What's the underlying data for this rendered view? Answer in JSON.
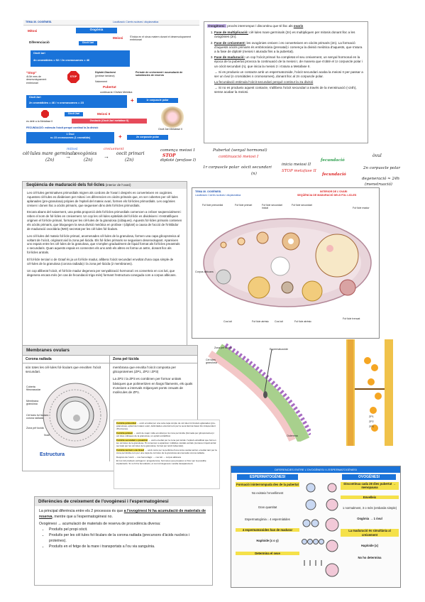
{
  "oogenesis_diagram": {
    "header": "TEMA 30. OOGÈNESI.",
    "header_right": "Localització: Còrrels nuclears i citoplasmàtica",
    "oogonia": "Oogònia",
    "mitosi": "Mitosi",
    "diferenciacio": "Diferenciació",
    "meiosi": "Meiosi",
    "meiosi_note": "S'inicia en el sinus matern durant el desenvolupament embrionari",
    "oocit1": "Oòcit 1ari",
    "oocit1_crom": "4n cromàtides = 92 / 2n cromosomes = 46",
    "stop": "\"Stop\"",
    "stop_note": "4t-5è mes de desenvolupament embrionari",
    "stop_sign": "STOP",
    "diplotè": "Diploté-Diacinesi",
    "profase": "(profase tardana)",
    "naixement": "Naixement",
    "pubertat": "Pubertat",
    "periode": "Període de creixement i acumulació de substàncies de reserva",
    "continua1": "continua la I Divisió Meiòtica",
    "oocit2": "Oòcit 2ari",
    "oocit2_crom": "2n cromàtides = 46 / n cromosomes = 23",
    "corpuscle1": "1r corpuscle polar",
    "oocit2b": "Oòcit 2ari",
    "meiosi2": "Meiosi II",
    "ovulacio_pre": "es deté a la Metafase II",
    "ovulacio": "Ovulació (Oòcit 2ari metafase II)",
    "ovulacio_side": "Oòcit 2ari Metafase II",
    "fecundacio": "FECUNDACIÓ: estimula l'oòcit perquè continuï la 2a divisió",
    "ovul": "1 Òvul",
    "ovul_crom": "n= 23 cromosomes (1 cromàtide)",
    "corpuscle2": "2n corpuscle polar"
  },
  "ovogenesi_box": {
    "title": "Ovogènesi:",
    "intro": " procés interromput / discontinu que té lloc als ",
    "intro_u": "ovaris",
    "items": [
      {
        "label": "Fase de multiplicació:",
        "text": " cèl·lules mare germinals (2n) es multipliquen per mitosis donant lloc a les ovogònies (2n)."
      },
      {
        "label": "Fase de creixement:",
        "text": " les ovogònies creixen i es converteixen en oòcits primaris (2n). La formació d'aquests oòcits primaris és embrionària (prenatal) i comença la divisió meiòtica d'aquests, que s'atura a la fase de diploté (meiosi I aturada fins a la pubertat)."
      },
      {
        "label": "Fase de maduració:",
        "text": " un cop l'oòcit primari ha completat el seu creixement, un senyal hormonal en la època de la pubertat provoca la continuació de la meiosi I, de manera que s'obté el 1r corpuscle polar i un oòcit secundari (n), que inicia la meiosi 2 i s'atura a Metafase II."
      }
    ],
    "arrow1": "→ Si es produeix un contacte amb un espermatozoide, l'oòcit secundari acaba la meiosi II per passar a ser un òvul (n cromàtides n cromosomes), donant lloc al 2n corpuscle polar.",
    "fecund": "La fecundació estimula l'oòcit secundari perquè continuï la 2a divisió",
    "arrow2": "→ Si no es produeix aquest contacte, s'allibera l'oòcit secundari a través de la menstruació (≈24h), sense acabar la meiosi."
  },
  "handwritten": {
    "a": "cèl·lules mare germinals",
    "a2": "(2n)",
    "mitosi": "mitosi",
    "b": "ovogònies",
    "b2": "(2n)",
    "creix": "creixement",
    "c": "oocit primari",
    "c2": "(2n)",
    "comenca": "comença meiosi I",
    "stop": "STOP",
    "diplote": "diploté (profase I)",
    "pubertat": "Pubertat (senyal hormonal)",
    "continuacio": "continuació meiosi I",
    "d": "1r corpuscle polar",
    "e": "oòcit secundari",
    "e2": "(n)",
    "inicia": "inicia meiosi II",
    "stopmet": "STOP metafase II",
    "fec": "fecundació",
    "nofec": "fecundació",
    "ovul": "òvul",
    "corp2": "2n corpuscle polar",
    "degen": "degeneració ≈ 24h",
    "menstru": "(menstruació)"
  },
  "seq_box": {
    "title": "Seqüència de maduració dels fol·licles",
    "title_sub": " (interior de l'ovari)",
    "p1": "Les cèl·lules germinatives primordials migren als cordons de l'ovari i després es converteixen en oogònies. Aquestes cèl·lules es divideixen per mitosi i es diferencien en oòcits primaris que, en ser cobertes per cèl·lules aplanades (pre-granulosa) pròpies de l'epiteli del mateix ovari, formen els fol·licles primordials. Les oogònies creixen i donen lloc a oòcits primaris, que segueixen dins dels fol·licles primordials.",
    "p2": "Encara abans del naixement, una petita proporció dels fol·licles primordials comencen a créixer seqüencialment i reben el nom de fol·licles en creixement. Un cop les cèl·lules epitelials del fol·licle es divideixen i s'estratifiquen originen el fol·licle primari, format per les cèl·lules de la granulosa (cúbiques). Aquests fol·licles primaris contenen els oòcits primaris, que bloquegen la seva divisió meiòtica en profase I (diploté) a causa de l'acció de l'inhibidor de maduració ovocitària (IMO) secretat per les cèl·lules fol·liculars.",
    "p3": "Les cèl·lules del mateix fol·licle primari, anomenades cèl·lules de la granulosa, formen una capa glicoproteica al voltant de l'oòcit, originant així la zona pel·lúcida. Els fol·licles primaris se segueixen desenvolupant. Apareixen uns espais entre les cèl·lules de la granulosa, que s'omplen gradualment de líquid format als fol·licles preantrals o secundaris. Quan aquests espais es connecten els uns amb els altres es forma un antre, donant lloc als fol·licles antrals.",
    "p4": "El fol·licle terciari o de Graaf és ja un fol·licle madur, allibera l'oòcit secundari envoltat d'una capa simple de cèl·lules de la granulosa (corona radiada) i la zona pel·lúcida (2 membranes).",
    "p5": "Un cop alliberat l'oòcit, el fol·licle madur degenera per senyalització hormonal i es converteix en cos luti, que degenera encara més (en cas de fecundació triga més) formant l'estructura coneguda com a corpus albicans."
  },
  "ovary_diagram": {
    "header": "TEMA 30. OOGÈNESI.",
    "header_sub": "Localització: Còrrels nuclears i citoplasmàtica",
    "title": "INTERIOR DE L'OVARI",
    "subtitle": "SEQÜÈNCIA DE MADURACIÓ DELS FOL·LICLES",
    "labels": [
      "Fol·licle primordial",
      "Fol·licle primari",
      "Fol·licle secundari inicial",
      "Fol·licle secundari",
      "Fol·licle madur",
      "Corpus albicans",
      "Cos luti",
      "Fol·licle atrèsic",
      "Cos luti",
      "Fol·licle atrèsic",
      "Fol·licle trencat"
    ]
  },
  "membranes": {
    "title": "Membranes ovulars",
    "col1_head": "Corona radiada",
    "col2_head": "Zona pel·lúcida",
    "col1_text": "són totes les cèl·lules fol·liculars que envolten l'oòcit secundari.",
    "col2_text": "membrana que envolta l'oòcit composta per glicoproteïnes (ZP1, ZP2 i ZP3)",
    "col2_text2": "La ZP2 i la ZP3 es combinen per formar unitats bàsiques que polimeritzen en llargs filaments, els quals s'uneixen a intervals mitjançant ponts creuats de molècules de ZP1.",
    "diag_labels": [
      "Coberta fibrovascular",
      "Membrana granulosa",
      "Cèl·lules fol·liculars corona radiada",
      "Zona pel·lúcida",
      "Nucli"
    ],
    "estructura": "Estructura"
  },
  "zp_labels": {
    "z1": "ZP1",
    "z2": "ZP2",
    "z3": "ZP3",
    "esp": "Espermatozoide",
    "zp": "Zona pel·lúcida",
    "gran": "Cèl·lules granulosa",
    "oolema": "Oolemma"
  },
  "follicle_notes": [
    {
      "k": "Fol·licle primordial",
      "t": "→ oòcit envoltat per una sola capa simple de cèl·lules fol·liculars aplanades (pre-granulosa), epiteli del mateix ovari, delimitades exteriorment per la seva làmina basal. És independent d'hormones."
    },
    {
      "k": "Fol·licle primari",
      "t": "→ oòcit de major mida envoltat per la zona pel·lúcida (formada per glicoproteïnes) i cèl·lules cúbiques de la granulosa, un epiteli estratificat."
    },
    {
      "k": "Fol·licle secundari o preantral",
      "t": "→ oòcit envoltat per la zona pel·lúcida i l'epiteli estratificat que formen les cèl·lules de la granulosa. Hi comencen a aparèixer múltiples cavitats antrals (contenen líquid antral secretat per les cèl·lules de la granulosa, format per teixit trabecular)."
    },
    {
      "k": "Fol·licle terciari o de Graaf",
      "t": "→ oòcit conté per la perifèria d'una única cavitat antral, envoltat tant per la zona pel·lúcida com per una capa de cèl·lules de la granulosa anomenada corona radiada."
    }
  ],
  "follicle_notes_end": [
    "Després de l'oòcit → cos hemorràgic → cos luti → corpus albicans",
    "El cos luti produeix estrògens i progesterona, hormones que preparen a l'úter per la possible implantació. Si no hi ha fecundació, el cos luti degenera i acaba desapareixent."
  ],
  "diferencies": {
    "title": "Diferències de creixement de l'ovogènesi i l'espermatogènesi",
    "p1a": "La principal diferència entre els 2 processos és que ",
    "p1b": "a l'ovogènesi hi ha acumulació de materials de reserva",
    "p1c": ", mentre que a l'espermatogènesi no.",
    "p2": "Ovogènesi → acumulació de materials de reserva de procedència diversa:",
    "bullets": [
      "Produïts pel propi oòcit.",
      "Produïts per les cèl·lules fol·liculars de la corona radiada (precursors d'àcids nucleics i proteïnes).",
      "Produïts en el fetge de la mare i transportats a l'ou via sanguínia."
    ]
  },
  "compare_table": {
    "title": "DIFERENCIES ENTRE L'OVOGÈNESI I L'ESPERMATOGÈNESI",
    "left_head": "ESPERMATOGÈNESI",
    "right_head": "OVOGÈNESI",
    "left": [
      "Formació ininterrompuda des de la pubertat",
      "No existeix l'envelliment",
      "Gran quantitat",
      "Espermatogònia ↓ 4 espermàtides",
      "4 espermatozoides han de madurar",
      "Haploide (x o y)",
      "Determina el sexe"
    ],
    "right": [
      "Discontínua cada 28 dies pubertat → menopausa",
      "Envelleix",
      "1 normalment, 3 o més (embaràs simple)",
      "Oogònia → 1 òvul",
      "La maduració és simultània al creixement",
      "Haploide (x)",
      "No ho determina"
    ]
  }
}
